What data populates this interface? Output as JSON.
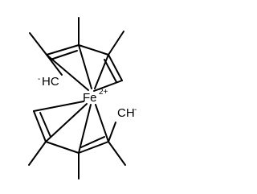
{
  "molecule": {
    "metal_atom": "Fe",
    "metal_charge": "2+",
    "ligand_carbon_upper": "HC",
    "ligand_carbon_lower": "CH",
    "ligand_charge": "-"
  },
  "colors": {
    "bond": "#000000",
    "text": "#000000",
    "background": "#ffffff"
  }
}
